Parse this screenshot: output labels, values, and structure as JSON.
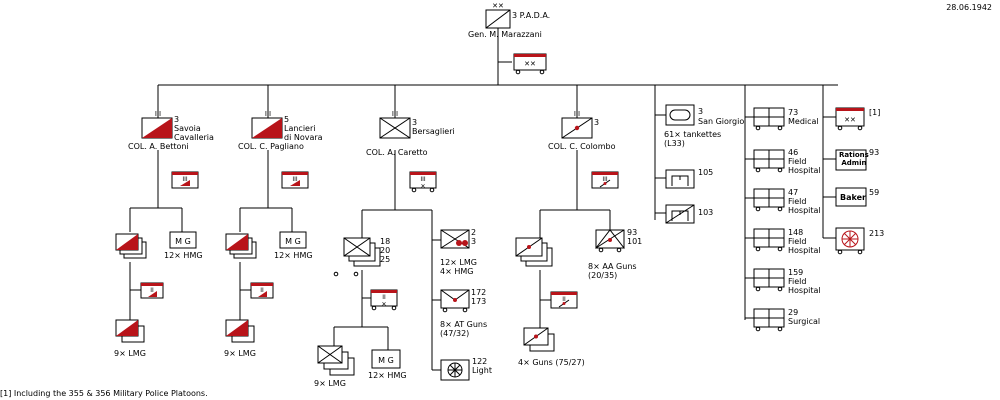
{
  "date": "28.06.1942",
  "footnote": "[1] Including the 355 & 356 Military Police Platoons.",
  "hq": {
    "unit_number": "3 P.A.D.A.",
    "commander": "Gen. M. Marazzani",
    "echelon_hq": "XX"
  },
  "colors": {
    "line": "#000000",
    "accent": "#b8141a",
    "background": "#ffffff"
  },
  "regiments": {
    "savoia": {
      "number": "3",
      "name": "Savoia\nCavalleria",
      "commander": "COL. A. Bettoni"
    },
    "novara": {
      "number": "5",
      "name": "Lancieri\ndi Novara",
      "commander": "COL. C. Pagliano"
    },
    "bersaglieri": {
      "number": "3",
      "name": "Bersaglieri",
      "commander": "COL. A. Caretto"
    },
    "artillery": {
      "number": "3",
      "commander": "COL. C. Colombo"
    }
  },
  "labels": {
    "mg": "M G",
    "hmg12": "12× HMG",
    "lmg9": "9× LMG",
    "bers_btn_nums": "18\n20\n25",
    "bers_mg_nums": "2\n3",
    "bers_mg_eq": "12× LMG\n4× HMG",
    "at_nums": "172\n173",
    "at_eq": "8× AT Guns\n(47/32)",
    "light_nums": "122\nLight",
    "aa_nums": "93\n101",
    "aa_eq": "8× AA Guns\n(20/35)",
    "guns_eq": "4× Guns (75/27)"
  },
  "tank": {
    "number": "3",
    "name": "San Giorgio",
    "equipment": "61× tankettes\n(L33)",
    "sub1": "105",
    "sub2": "103"
  },
  "medical": [
    {
      "number": "73",
      "name": "Medical"
    },
    {
      "number": "46",
      "name": "Field\nHospital"
    },
    {
      "number": "47",
      "name": "Field\nHospital"
    },
    {
      "number": "148",
      "name": "Field\nHospital"
    },
    {
      "number": "159",
      "name": "Field\nHospital"
    },
    {
      "number": "29",
      "name": "Surgical"
    }
  ],
  "services": {
    "mp_ref": "[1]",
    "rations_label": "Rations\nAdmin",
    "rations_num": "93",
    "baker_label": "Baker",
    "baker_num": "59",
    "transport_num": "213"
  }
}
